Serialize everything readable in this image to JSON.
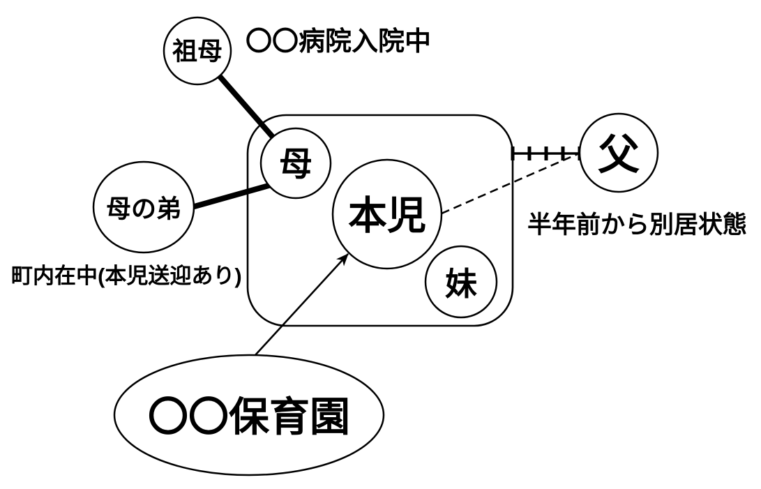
{
  "diagram": {
    "background_color": "#ffffff",
    "line_color": "#000000",
    "nodes": {
      "grandmother": "祖母",
      "mother": "母",
      "mothers_brother": "母の弟",
      "child": "本児",
      "sister": "妹",
      "father": "父",
      "nursery": "〇〇保育園"
    },
    "notes": {
      "grandmother_status": "〇〇病院入院中",
      "mothers_brother_status": "町内在中(本児送迎あり)",
      "father_status": "半年前から別居状態"
    },
    "edges": [
      {
        "from": "grandmother",
        "to": "mother",
        "style": "strong-solid"
      },
      {
        "from": "mothers_brother",
        "to": "mother",
        "style": "strong-solid"
      },
      {
        "from": "child",
        "to": "father",
        "style": "dashed-weak"
      },
      {
        "from": "household",
        "to": "father",
        "style": "hatched-stressful"
      },
      {
        "from": "nursery",
        "to": "child",
        "style": "arrow"
      }
    ]
  }
}
